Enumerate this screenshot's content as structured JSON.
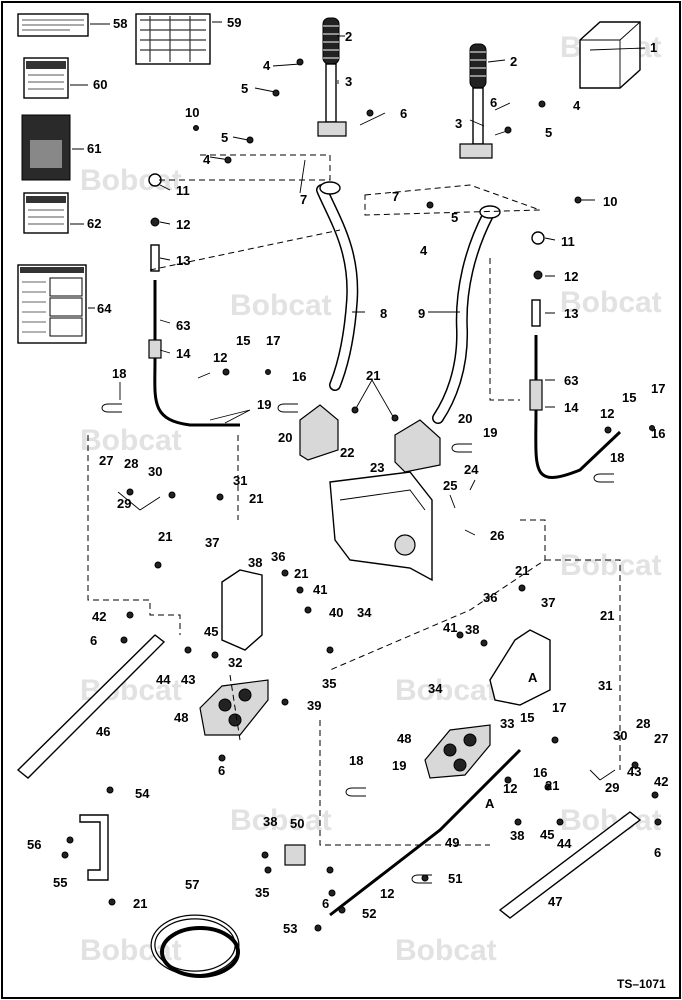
{
  "watermark": "Bobcat",
  "reference": "TS–1071",
  "section_markers": [
    "A",
    "A"
  ],
  "callouts": [
    "1",
    "2",
    "3",
    "4",
    "5",
    "6",
    "7",
    "8",
    "9",
    "10",
    "11",
    "12",
    "13",
    "14",
    "15",
    "16",
    "17",
    "18",
    "19",
    "20",
    "21",
    "22",
    "23",
    "24",
    "25",
    "26",
    "27",
    "28",
    "29",
    "30",
    "31",
    "32",
    "33",
    "34",
    "35",
    "36",
    "37",
    "38",
    "39",
    "40",
    "41",
    "42",
    "43",
    "44",
    "45",
    "46",
    "47",
    "48",
    "49",
    "50",
    "51",
    "52",
    "53",
    "54",
    "55",
    "56",
    "57",
    "58",
    "59",
    "60",
    "61",
    "62",
    "63",
    "64"
  ]
}
